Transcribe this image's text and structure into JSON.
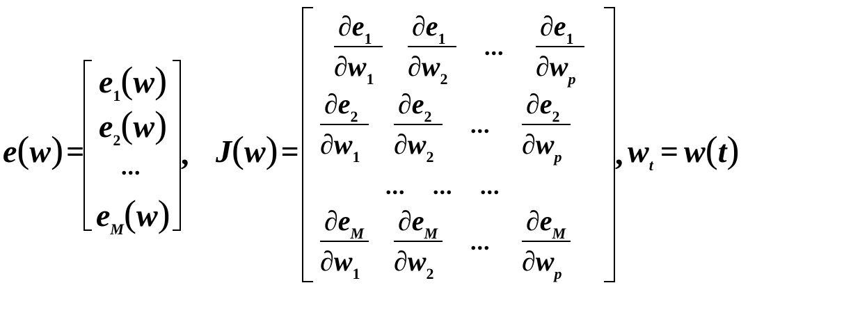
{
  "equation": {
    "e_vec": {
      "lhs_func": "e",
      "lhs_arg": "w",
      "equals": "=",
      "rows": [
        {
          "base": "e",
          "sub": "1",
          "arg": "w"
        },
        {
          "base": "e",
          "sub": "2",
          "arg": "w"
        },
        {
          "dots": "..."
        },
        {
          "base": "e",
          "sub": "M",
          "arg": "w"
        }
      ],
      "comma": ","
    },
    "jacobian": {
      "lhs_func": "J",
      "lhs_arg": "w",
      "equals": "=",
      "partial": "∂",
      "numer_base": "e",
      "denom_base": "w",
      "row_subs": [
        "1",
        "2",
        "M"
      ],
      "col_subs": [
        "1",
        "2",
        "p"
      ],
      "hdots": "...",
      "vdots_row": [
        "...",
        "...",
        "..."
      ],
      "comma": ","
    },
    "wt": {
      "lhs_base": "w",
      "lhs_sub": "t",
      "equals": "=",
      "rhs_func": "w",
      "rhs_arg": "t"
    }
  }
}
